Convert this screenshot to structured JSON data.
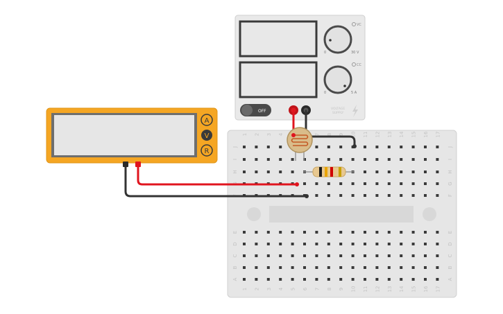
{
  "power_supply": {
    "vc_label": "VC",
    "cc_label": "CC",
    "voltage_knob": {
      "min_label": "0",
      "max_label": "30 V"
    },
    "current_knob": {
      "min_label": "0",
      "max_label": "5 A"
    },
    "switch_label": "OFF",
    "brand_line1": "VOLTAGE",
    "brand_line2": "SUPPLY"
  },
  "multimeter": {
    "mode_a": "A",
    "mode_v": "V",
    "mode_r": "R",
    "selected_mode": "V"
  },
  "breadboard": {
    "columns": [
      "1",
      "2",
      "3",
      "4",
      "5",
      "6",
      "7",
      "8",
      "9",
      "10",
      "11",
      "12",
      "13",
      "14",
      "15",
      "16",
      "17"
    ],
    "rows_top": [
      "J",
      "I",
      "H",
      "G",
      "F"
    ],
    "rows_bottom": [
      "E",
      "D",
      "C",
      "B",
      "A"
    ]
  },
  "resistor": {
    "band_colors": [
      "#1a1a1a",
      "#e8a400",
      "#d00000",
      "#c8a000"
    ]
  },
  "colors": {
    "multimeter_body": "#f5a623",
    "wire_red": "#e0141e",
    "wire_black": "#333333",
    "breadboard": "#e8e8e8",
    "supply_body": "#e8e8e8"
  }
}
